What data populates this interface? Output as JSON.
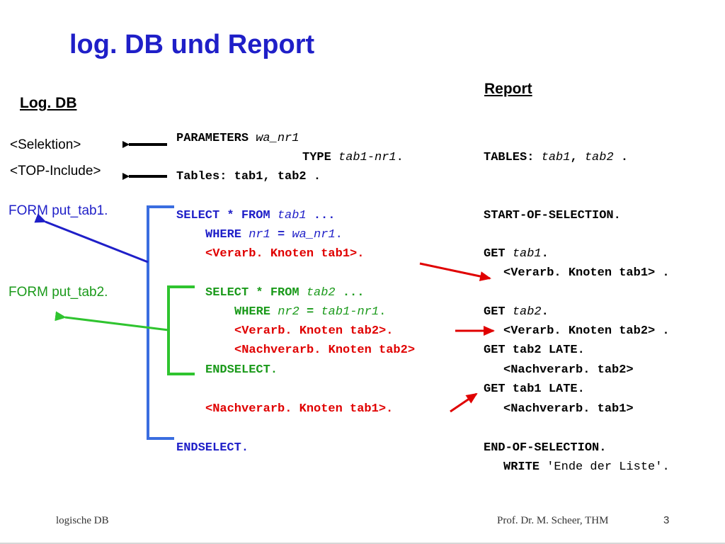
{
  "slide": {
    "title": "log. DB und Report",
    "left": {
      "heading": "Log. DB",
      "selektion": "<Selektion>",
      "top_include": "<TOP-Include>",
      "form_tab1": "FORM put_tab1.",
      "form_tab2": "FORM put_tab2."
    },
    "middle": {
      "parameters_kw": "PARAMETERS",
      "parameters_var": "wa_nr1",
      "type_kw": "TYPE",
      "type_val": "tab1-nr1",
      "type_end": ".",
      "tables": "Tables: tab1, tab2 .",
      "sel1_kw": "SELECT * FROM",
      "sel1_tab": "tab1",
      "sel1_end": "...",
      "where1_kw": "WHERE",
      "where1_a": "nr1",
      "where1_eq": "=",
      "where1_b": "wa_nr1",
      "where1_end": ".",
      "verarb1": "<Verarb. Knoten tab1>.",
      "sel2_kw": "SELECT * FROM",
      "sel2_tab": "tab2",
      "sel2_end": "...",
      "where2_kw": "WHERE",
      "where2_a": "nr2",
      "where2_eq": "=",
      "where2_b": "tab1-nr1",
      "where2_end": ".",
      "verarb2": "<Verarb. Knoten tab2>.",
      "nachverarb2": "<Nachverarb. Knoten tab2>",
      "endselect2": "ENDSELECT.",
      "nachverarb1": "<Nachverarb. Knoten tab1>.",
      "endselect1": "ENDSELECT."
    },
    "right": {
      "heading": "Report",
      "tables_kw": "TABLES:",
      "tables_t1": "tab1",
      "tables_comma": ",",
      "tables_t2": "tab2",
      "tables_end": " .",
      "start": "START-OF-SELECTION.",
      "get1_kw": "GET",
      "get1_tab": "tab1",
      "get1_end": ".",
      "verarb1": "<Verarb. Knoten tab1> .",
      "get2_kw": "GET",
      "get2_tab": "tab2",
      "get2_end": ".",
      "verarb2": "<Verarb. Knoten tab2> .",
      "get_tab2_late": "GET tab2 LATE.",
      "nachverarb2": "<Nachverarb. tab2>",
      "get_tab1_late": "GET tab1 LATE.",
      "nachverarb1": "<Nachverarb. tab1>",
      "end": "END-OF-SELECTION.",
      "write_kw": "WRITE",
      "write_str": "'Ende der Liste'."
    },
    "footer": {
      "left": "logische DB",
      "author": "Prof. Dr. M. Scheer, THM",
      "page": "3"
    },
    "colors": {
      "title": "#1f1fc8",
      "blue_code": "#1f1fc8",
      "green_code": "#1b9a1b",
      "red_code": "#e00000",
      "blue_bracket": "#3a6de0",
      "green_bracket": "#2fc42f"
    }
  }
}
